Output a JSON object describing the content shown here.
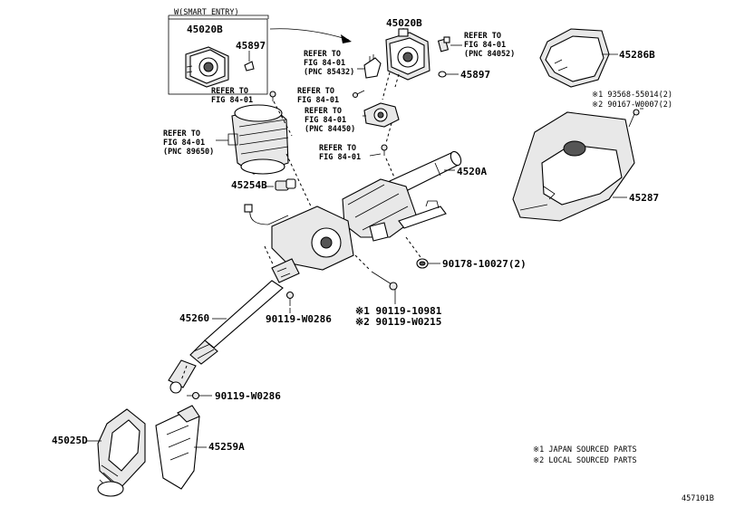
{
  "smart_entry_label": "W(SMART ENTRY)",
  "parts": {
    "p45020b_a": "45020B",
    "p45020b_b": "45020B",
    "p45897_a": "45897",
    "p45897_b": "45897",
    "p45286b": "45286B",
    "p45287": "45287",
    "p4520a": "4520A",
    "p45254b": "45254B",
    "p45260": "45260",
    "p45025d": "45025D",
    "p45259a": "45259A",
    "p90178": "90178-10027(2)",
    "p90119_w0286_a": "90119-W0286",
    "p90119_w0286_b": "90119-W0286",
    "p90119_10981": "※1 90119-10981",
    "p90119_w0215": "※2 90119-W0215",
    "p93568": "※1 93568-55014(2)",
    "p90167": "※2 90167-W0007(2)"
  },
  "refs": {
    "r84052": [
      "REFER TO",
      "FIG 84-01",
      "(PNC 84052)"
    ],
    "r85432": [
      "REFER TO",
      "FIG 84-01",
      "(PNC 85432)"
    ],
    "r_upper_left": [
      "REFER TO",
      "FIG 84-01"
    ],
    "r84450": [
      "REFER TO",
      "FIG 84-01",
      "(PNC 84450)"
    ],
    "r89650": [
      "REFER TO",
      "FIG 84-01",
      "(PNC 89650)"
    ],
    "r_mid": [
      "REFER TO",
      "FIG 84-01"
    ]
  },
  "notes": {
    "n1": "※1 JAPAN SOURCED PARTS",
    "n2": "※2 LOCAL SOURCED PARTS"
  },
  "figure_id": "457101B"
}
